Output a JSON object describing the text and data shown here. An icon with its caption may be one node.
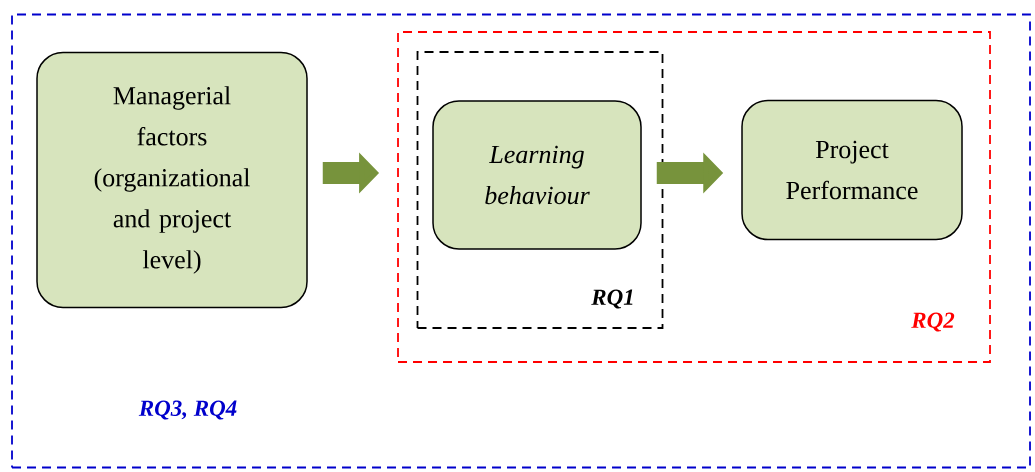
{
  "diagram": {
    "nodes": [
      {
        "text": [
          "RQ3, RQ4"
        ]
      },
      {
        "text": [
          "Managerial factors (organizational and project level)"
        ],
        "in": 0
      },
      {
        "text": [
          "RQ2"
        ],
        "in": 0
      },
      {
        "text": [
          "RQ1"
        ],
        "in": 2
      },
      {
        "text": [
          "Learning behaviour"
        ],
        "in": 3
      },
      {
        "text": [
          "Project Performance"
        ],
        "in": 2
      }
    ],
    "edges": [
      {
        "from": 1,
        "to": 2,
        "arrow": "to",
        "color": "#77933c"
      },
      {
        "from": 4,
        "to": 5,
        "arrow": "to",
        "color": "#77933c"
      }
    ]
  }
}
